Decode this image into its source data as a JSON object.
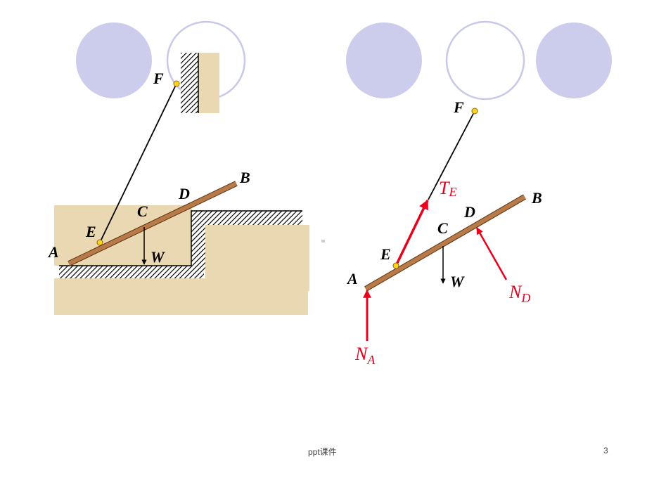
{
  "left_diagram": {
    "labels": {
      "F": "F",
      "B": "B",
      "D": "D",
      "C": "C",
      "E": "E",
      "A": "A",
      "W": "W"
    }
  },
  "right_diagram": {
    "labels": {
      "F": "F",
      "B": "B",
      "D": "D",
      "C": "C",
      "E": "E",
      "A": "A",
      "W": "W"
    },
    "forces": {
      "TE": {
        "main": "T",
        "sub": "E"
      },
      "ND": {
        "main": "N",
        "sub": "D"
      },
      "NA": {
        "main": "N",
        "sub": "A"
      }
    }
  },
  "colors": {
    "circle_fill": "#ccccec",
    "circle_stroke": "#c8c8e8",
    "ground": "#ead8b2",
    "bar": "#b87a48",
    "force_red": "#e8001c",
    "point_yellow": "#ffd21e"
  },
  "footer": {
    "text": "ppt课件",
    "page_number": "3"
  }
}
